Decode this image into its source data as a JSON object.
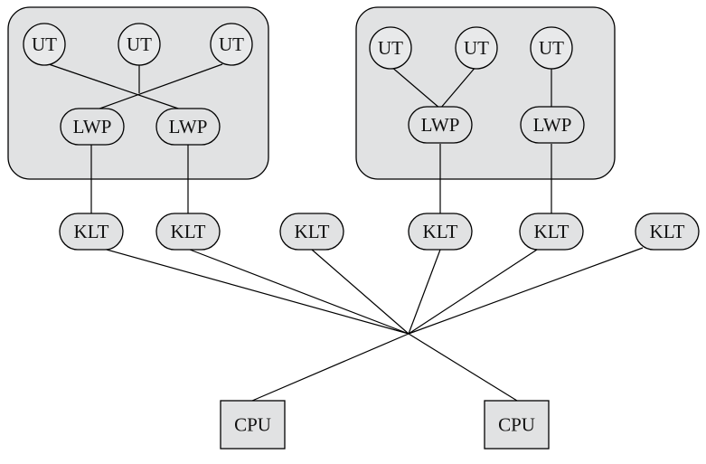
{
  "labels": {
    "user_thread": "UT",
    "lightweight_process": "LWP",
    "kernel_thread": "KLT",
    "processor": "CPU"
  },
  "colors": {
    "box_fill": "#e1e2e3",
    "node_fill": "#e1e2e3",
    "line": "#000000",
    "background": "#ffffff"
  }
}
